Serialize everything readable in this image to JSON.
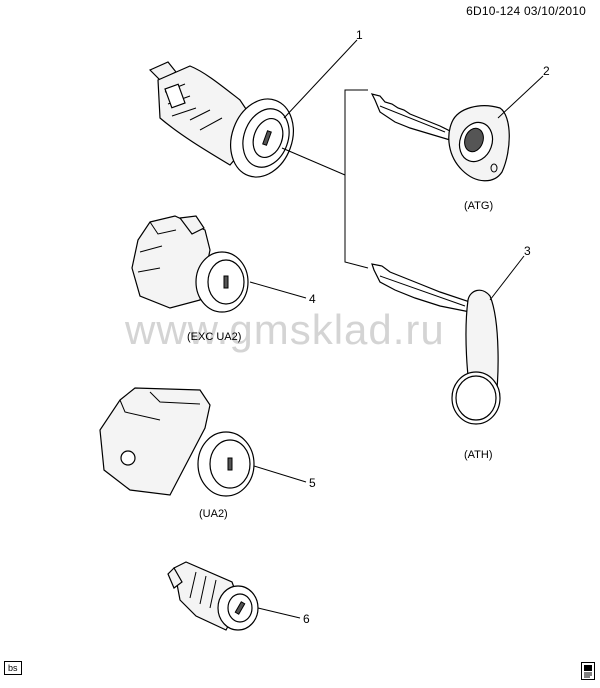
{
  "header": {
    "diagram_id": "6D10-124",
    "date": "03/10/2010"
  },
  "watermark": "www.gmsklad.ru",
  "corner_tag": "bs",
  "callouts": [
    {
      "id": "1"
    },
    {
      "id": "2"
    },
    {
      "id": "3"
    },
    {
      "id": "4"
    },
    {
      "id": "5"
    },
    {
      "id": "6"
    }
  ],
  "callout_labels": {
    "c1": "1",
    "c2": "2",
    "c3": "3",
    "c4": "4",
    "c5": "5",
    "c6": "6"
  },
  "captions": {
    "atg": "(ATG)",
    "ath": "(ATH)",
    "exc_ua2": "(EXC UA2)",
    "ua2": "(UA2)"
  },
  "icons": {
    "logo": "book-logo-icon"
  }
}
